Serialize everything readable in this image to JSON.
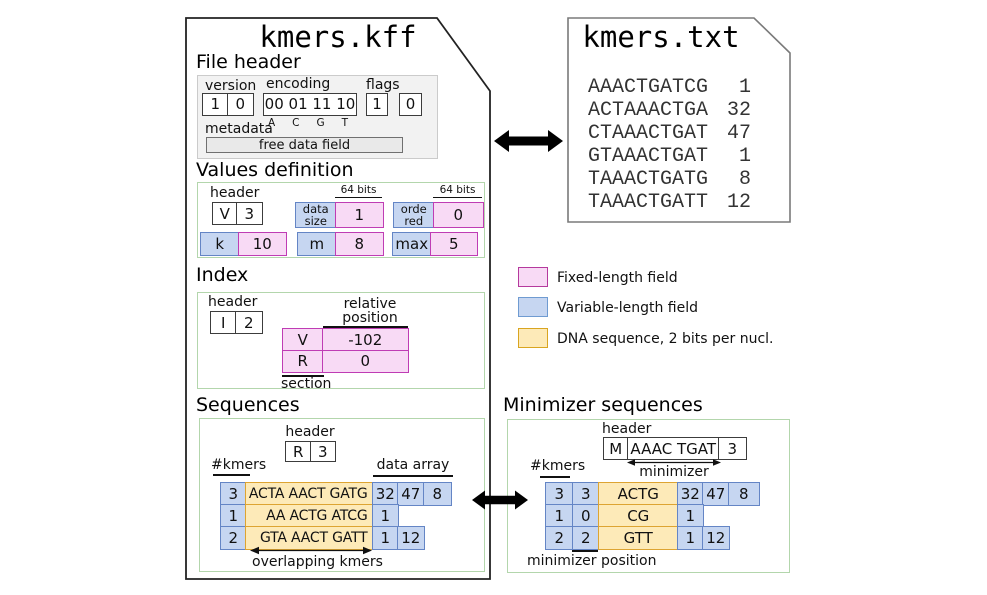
{
  "kff": {
    "title": "kmers.kff",
    "file_header": {
      "heading": "File header",
      "version_label": "version",
      "version_cells": [
        "1",
        "0"
      ],
      "encoding_label": "encoding",
      "encoding_value": "00 01 11 10",
      "encoding_bases": [
        "A",
        "C",
        "G",
        "T"
      ],
      "flags_label": "flags",
      "flags_cells": [
        "1",
        "0"
      ],
      "metadata_label": "metadata",
      "free_data_field": "free data field"
    },
    "values": {
      "heading": "Values definition",
      "header_label": "header",
      "header_cells": [
        "V",
        "3"
      ],
      "bits64": "64 bits",
      "data_size": {
        "line1": "data",
        "line2": "size",
        "value": "1"
      },
      "ordered": {
        "line1": "orde",
        "line2": "red",
        "value": "0"
      },
      "k": {
        "label": "k",
        "value": "10"
      },
      "m": {
        "label": "m",
        "value": "8"
      },
      "max": {
        "label": "max",
        "value": "5"
      }
    },
    "index": {
      "heading": "Index",
      "header_label": "header",
      "header_cells": [
        "I",
        "2"
      ],
      "relpos_line1": "relative",
      "relpos_line2": "position",
      "rows": [
        {
          "key": "V",
          "value": "-102"
        },
        {
          "key": "R",
          "value": "0"
        }
      ],
      "section_label": "section"
    },
    "sequences": {
      "heading": "Sequences",
      "header_label": "header",
      "header_cells": [
        "R",
        "3"
      ],
      "nkmers_label": "#kmers",
      "data_array_label": "data array",
      "rows": [
        {
          "count": "3",
          "sequence": "ACTA AACT GATG",
          "data": [
            "32",
            "47",
            "8"
          ]
        },
        {
          "count": "1",
          "sequence": "AA ACTG ATCG",
          "data": [
            "1"
          ]
        },
        {
          "count": "2",
          "sequence": "GTA AACT GATT",
          "data": [
            "1",
            "12"
          ]
        }
      ],
      "overlapping_label": "overlapping kmers"
    }
  },
  "minimizer": {
    "heading": "Minimizer sequences",
    "header_label": "header",
    "header_cells": [
      "M",
      "AAAC TGAT",
      "3"
    ],
    "minimizer_label": "minimizer",
    "nkmers_label": "#kmers",
    "rows": [
      {
        "count": "3",
        "position": "3",
        "sequence": "ACTG",
        "data": [
          "32",
          "47",
          "8"
        ]
      },
      {
        "count": "1",
        "position": "0",
        "sequence": "CG",
        "data": [
          "1"
        ]
      },
      {
        "count": "2",
        "position": "2",
        "sequence": "GTT",
        "data": [
          "1",
          "12"
        ]
      }
    ],
    "minpos_label": "minimizer position"
  },
  "txt": {
    "title": "kmers.txt",
    "entries": [
      {
        "kmer": "AAACTGATCG",
        "count": "1"
      },
      {
        "kmer": "ACTAAACTGA",
        "count": "32"
      },
      {
        "kmer": "CTAAACTGAT",
        "count": "47"
      },
      {
        "kmer": "GTAAACTGAT",
        "count": "1"
      },
      {
        "kmer": "TAAACTGATG",
        "count": "8"
      },
      {
        "kmer": "TAAACTGATT",
        "count": "12"
      }
    ]
  },
  "legend": {
    "items": [
      {
        "label": "Fixed-length field",
        "fill": "#f8daf5",
        "border": "#b5399d"
      },
      {
        "label": "Variable-length field",
        "fill": "#c6d6f1",
        "border": "#6f9bd1"
      },
      {
        "label": "DNA sequence, 2 bits per nucl.",
        "fill": "#fdeab8",
        "border": "#d9a520"
      }
    ]
  },
  "palette": {
    "fixed_field": "#f8daf5",
    "fixed_border": "#bf3cb4",
    "variable_field": "#c6d6f1",
    "variable_border": "#6485c5",
    "dna_field": "#fdeab8",
    "dna_border": "#dda432",
    "section_box_border": "#b3d6ac"
  }
}
